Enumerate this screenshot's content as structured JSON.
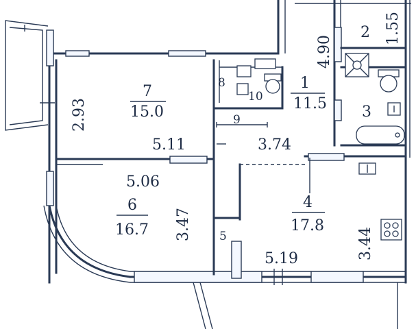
{
  "rooms": [
    {
      "id": "1",
      "number": "1",
      "area": "11.5"
    },
    {
      "id": "2",
      "number": "2"
    },
    {
      "id": "3",
      "number": "3"
    },
    {
      "id": "4",
      "number": "4",
      "area": "17.8"
    },
    {
      "id": "5a",
      "number": "5"
    },
    {
      "id": "6",
      "number": "6",
      "area": "16.7"
    },
    {
      "id": "7",
      "number": "7",
      "area": "15.0"
    },
    {
      "id": "8",
      "number": "8"
    },
    {
      "id": "9",
      "number": "9"
    },
    {
      "id": "10",
      "number": "10"
    }
  ],
  "dimensions": {
    "room7_height": "2.93",
    "room7_bottom": "5.11",
    "room6_top": "5.06",
    "room6_side": "3.47",
    "hall_width": "3.74",
    "corridor_height": "4.90",
    "room2_side": "1.55",
    "room4_side": "3.44",
    "room4_bottom": "5.19"
  }
}
